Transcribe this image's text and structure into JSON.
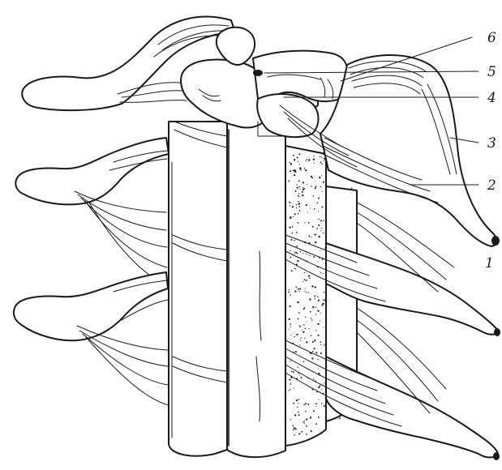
{
  "figure": {
    "labels": [
      {
        "id": "label-1",
        "text": "1"
      },
      {
        "id": "label-2",
        "text": "2"
      },
      {
        "id": "label-3",
        "text": "3"
      },
      {
        "id": "label-4",
        "text": "4"
      },
      {
        "id": "label-5",
        "text": "5"
      },
      {
        "id": "label-6",
        "text": "6"
      }
    ]
  },
  "colors": {
    "ink": "#1a1a1a",
    "paper": "#ffffff"
  }
}
